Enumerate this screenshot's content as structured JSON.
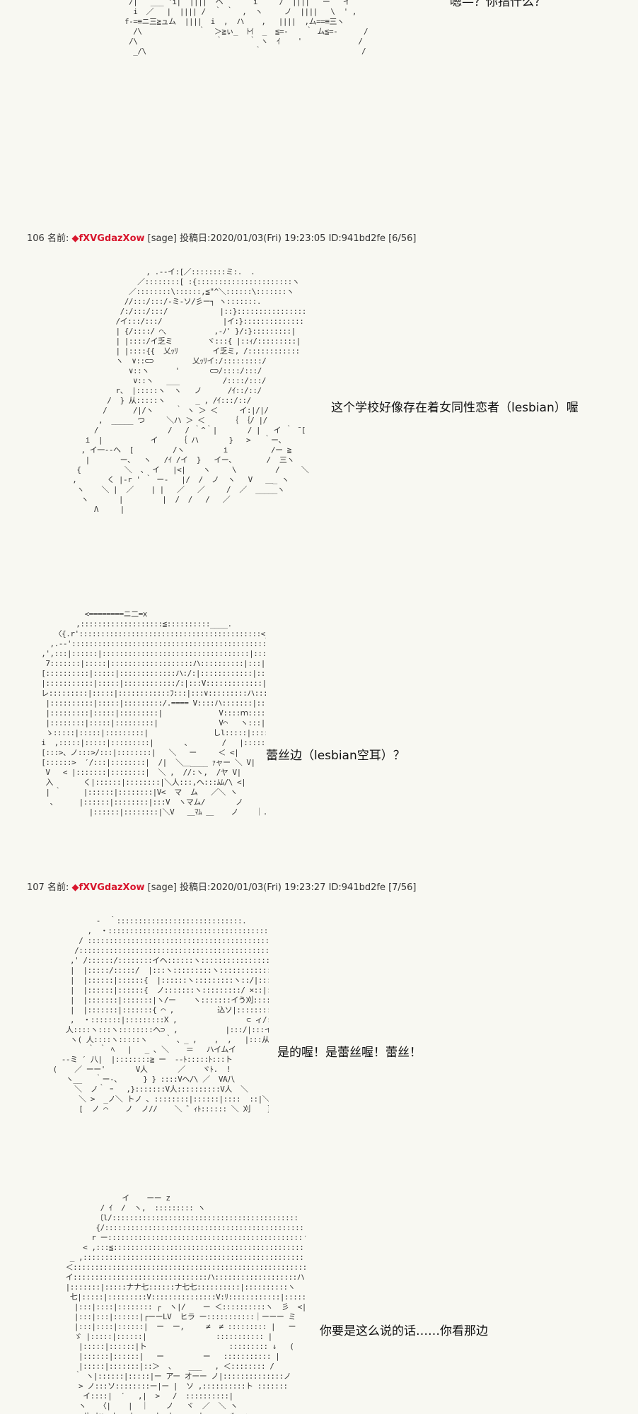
{
  "posts": [
    {
      "number": "106",
      "name_label": "名前:",
      "trip": "◆fXVGdazXow",
      "sage": "[sage]",
      "date_label": "投稿日:",
      "datetime": "2020/01/03(Fri) 19:23:05",
      "id": "ID:941bd2fe",
      "count": "[6/56]"
    },
    {
      "number": "107",
      "name_label": "名前:",
      "trip": "◆fXVGdazXow",
      "sage": "[sage]",
      "date_label": "投稿日:",
      "datetime": "2020/01/03(Fri) 19:23:27",
      "id": "ID:941bd2fe",
      "count": "[7/56]"
    }
  ],
  "dialogues": [
    "嗯—？你指什么？",
    "这个学校好像存在着女同性恋者（lesbian）喔",
    "蕾丝边（lesbian空耳）？",
    "是的喔！是蕾丝喔！蕾丝！",
    "你要是这么说的话……你看那边"
  ],
  "ascii_art": {
    "top": " /|   ___ 'i|  ||||  ヘ       i     /  ||||   ー   イ\n  i  ／   |  |||| /  ｀ ｀  ,  ヽ     ノ  ||||   \\  ' ,\nf-=≡ニ三≧ュム  ||||  i  ,  ハ    ,   ||||  ,ム==≡三ヽ\n  /\\             ｀  ＞≧ぃ_  ﾄｲ  _  ≦=-    ｀ ム≦=-      /\n /\\                  ｀      ｀ ヽ  ｲ    '             /\n  _/\\                         ｀                       /",
    "girl1": "                   , .-‐イ:[／::::::::ミ:.  .\n                 ／::::::::[ :{::::::::::::::::::::::ヽ\n               ／::::::::\\::::::,≦\"^＼::::::\\:::::::ヽ\n              //:::/:::/-ミ-ソ/彡ー┐ ヽ:::::::.\n             /:/:::/:::/            |::}::::::::::::::::\n            /イ:::/:::/              |イ:}::::::::::::::\n            | {/::::/ ⌒、          ,-ﾉ' }/:}:::::::::|\n            | |::::/イ乏ミ        ヾ:::{ |::ｨ/:::::::::|\n            | |::::{{  乂ｯﾘ        イ乏ミ, /::::::::::::\n            ヽ  ∨::⊂⊃         乂ｯﾘイ:/:::::::::/\n               ∨::ヽ      '       ⊂⊃/::::/:::/\n                ∨::ヽ   ___          /::::/:::/\n            r、 |:::::ヽ  ヽ   ノ      /ｲ::/::/\n          /  } 从:::::ヽ       _ , /ｲ:::/::/\n         /      /|/ヽ     ｀ ヽ ＞ ＜     イ:|/|/\n        ,  _____ つ     ＼ハ ＞ ＜      ｛ ｛/ |/\n       /                /   / ｀^｀|       / |   イ ｀ ̄ [\n     i  |           イ     ｛ ハ       }   >   ｀ー、\n    , イ一--ヘ  [         /ヽ         i          /ー ≧ \n     |       ー、  ヽ   /ｲ /イ  }   イー、       /  三ヽ\n   {          ＼  、 イ   |<|    ヽ     \\         /     ＼\n  ,       く |-r ' ｀ ー-   |/  /  ノ  ヽ   V   ＿_ ヽ\n   ヽ    ＼ |  ／    | |   ／   ／     /  ／  _____ヽ\n    ヽ       |         |  /  /   /   ／\n       Λ     |",
    "girl2": "            <========ニ二=x\n          ,:::::::::::::::::::≦::::::::::____.\n     〈{.r'::::::::::::::::::::::::::::::::::::::::::<__\n    ,.-‐'::::::::::::::::::::::::::::::::::::::::::::::::::::ヽ\n  ,',:::|::::::|::::::::::::::::::::::::::::::::::|:::::|::::::::ヽ\n   7:::::::|:::::|:::::::::::::::::::ハ::::::::::|:::|::::::::ヽ\n  [::::::::::|:::::|:::::::::::::ハ:/:|::::::::::::|:::::|:::::ト:::::::ヘ\n  |:::::::::::|:::::|::::::::::::/:|:::V:::::::::::::|:::::|::::::|:V::::マ\n  レ:::::::::|:::::|::::::::::::ﾌ:::|:::∨:::::::::ハ::::::|:::::|:::ト::ヽ\n   |::::::::::|:::::|:::::::::/.==== V::::ハ:::::::|:::::|:::::|::::|::::}\n   |:::::::::|:::::|:::::::::|             V::::ｍ::::::|:::::|:::::|:::IV\n   |::::::::|:::::|:::::::::|              V⌒   ヽ:::|:::|::::|::::|\n   ゝ:::::|:::::|:::::::::|               しl:::::|::::|::::|:::::|\n  i  ,:::::|:::::|:::::::::|       、       /   |::::::|::::|:::::|\n  [:::>、ノ:::>/:::|::::::::|   ＼   ー     ＜ <|\n  [::::::>  ′/:::|::::::::|  /|  ＼＿____ ｧャー ＼ V|\n   V   < |:::::::|::::::::|  ＼ ,  //:ヽ,  /ヤ V|\n   入       く|::::::|::::::::|＼人:::,ヘ:::ﾑﾑ/\\ <|\n   | ｀     |::::::|::::::::|V<  マ  ム   ／＼ ヽ\n    、     |::::::|::::::::|:::V  ヽマム/       ノ\n             |::::::|::::::::|＼V   ＿ﾏﾑ ＿    ノ    ｜.V",
    "girl3": "              -  ｀:::::::::::::::::::::::::::::.\n            ,  ・::::::::::::::::::::::::::::::::::::::::ヽ\n          / ::::::::::::::::::::::::::::::::::::::::::::::::ヽ\n         /::::::::::::::::::::::::::::::::::::::::::::::::::::::::ヽ\n        ,' /::::::/::::::::イヘ::::::ヽ:::::::::::::::::::::::::}\n        |  |:::::/:::::/  |:::ヽ:::::::::ヽ:::::::::::::::::|\n        |  |::::::|::::::{  |::::::ヽ:::::::::ヽ::/|:::::/:::::|\n        |  |::::::|::::::{  ノ:::::::ヽ:::::::::/ ×::|::::::|:::|\n        |  |:::::::|:::::::|ヽ/ー    ヽ:::::::イう刈:::::|::::|\n        |  |:::::::|:::::::{ ⌒ ,          込ソ|::::::::|::::|\n        ,  ・:::::::|:::::::::X ,                ⊂ ィ/::::|\n       人::::ヽ:::ヽ::::::::ヘ⊃  ,           |:::/|:::イ\n        ヽ( 人::::ヽ:::::ヽ    ｀ 、_ ,    ,  ,   |:::从从\n            ｀ ｀ ﾍ   |   _ ､ ＼    ＝   ハイムイ\n      --ミ ′ 八|  |::::::::≧ ー  --ﾄ:::::ﾄ:::ト\n    (    ／ ーー'       V人       ／    ヾﾄ.  !\n       ヽ__   ｀ー-、     } } ::::Vヘ/\\ ／  VA八\n         ＼  ノ｀ ｰ   ,}:::::::V人::::::::::V人  ＼\n          ＼ >  _ノ＼ トノ ､ ::::::::|::::::|::::  ::|＼\n          [  ノ ⌒    ノ  ノ//    ＼ ゛ｨﾄ:::::: ＼ 刈    ｝",
    "girl4": "                  イ    ーー z\n             / ｲ  /  ヽ,  ::::::::: ヽ\n            〔l/:::::::::::::::::::::::::::::::::::::::::::  Z\n            {/::::::::::::::::::::::::::::::::::::::::::::::::::  ．\n           r ー:::::::::::::::::::::::::::::::::::::::::::::ヽ  ゛\n         < ,:::≦::::::::::::::::::::::::::::::::::::::::::::::::::<ー\n      _ ,:::::::::::::::::::::::::::::::::::::::::::::::::::::ト::::::: ＼\n     ＜::::::::::::::::::::::::::::::::::::::::::::::::::::::::::::::::::: ＼ー ̄ |\n     イ:::::::::::::::::::::::::::::::ハ:::::::::::::::::::ハ::::::::::::::ト―|    /\n     |:::::::|:::::ナナ七::::::ナ七七::::::::::|::::::::::ヽ    彡\n      七|:::::|:::::::::V:::::::::::::::V:ﾘ::::::::::::|::::::::::ト ―  ,\n       |:::|::::|:::::::: ┌  ヽ|/    ー ＜::::::::::ヽ  彡  <|\n       |:::|:::|::::::|┌ーーLV  ヒラ ー:::::::::::｜ーーー ミ  ヽ\n       |:::|::::|::::::|  ー  ー,     ≠  ≠ ::::::::: |   ー  ′ _\n       ゞ |:::::|::::::|                ::::::::::: |          ヽ\n        |:::::|::::::|ト                   ::::::::: ↓   (\n        |::::::|::::::|   ー         ー   ::::::::::: |\n        |:::::|:::::::|::＞  、   ___   , ＜:::::::: /\n       ｀ ヽ|::::::|:::::|ー アー オーー ノ|::::::::::::::ノ\n        > ノ:::ソ::::::::ー|ー |  ソ ,::::::::::ト :::::::\n         イ::::|  ′   ,|  >   /  ::::::::::|\n        ヽ   〈|    |  ｜    ノ   ヾ  ／  ＼ ヽ\n         八 |∨  |   |     |  |      |  、  ヾ  ヽ\n            | 、 ,             |         ヽ   ゞ  ＼"
  }
}
